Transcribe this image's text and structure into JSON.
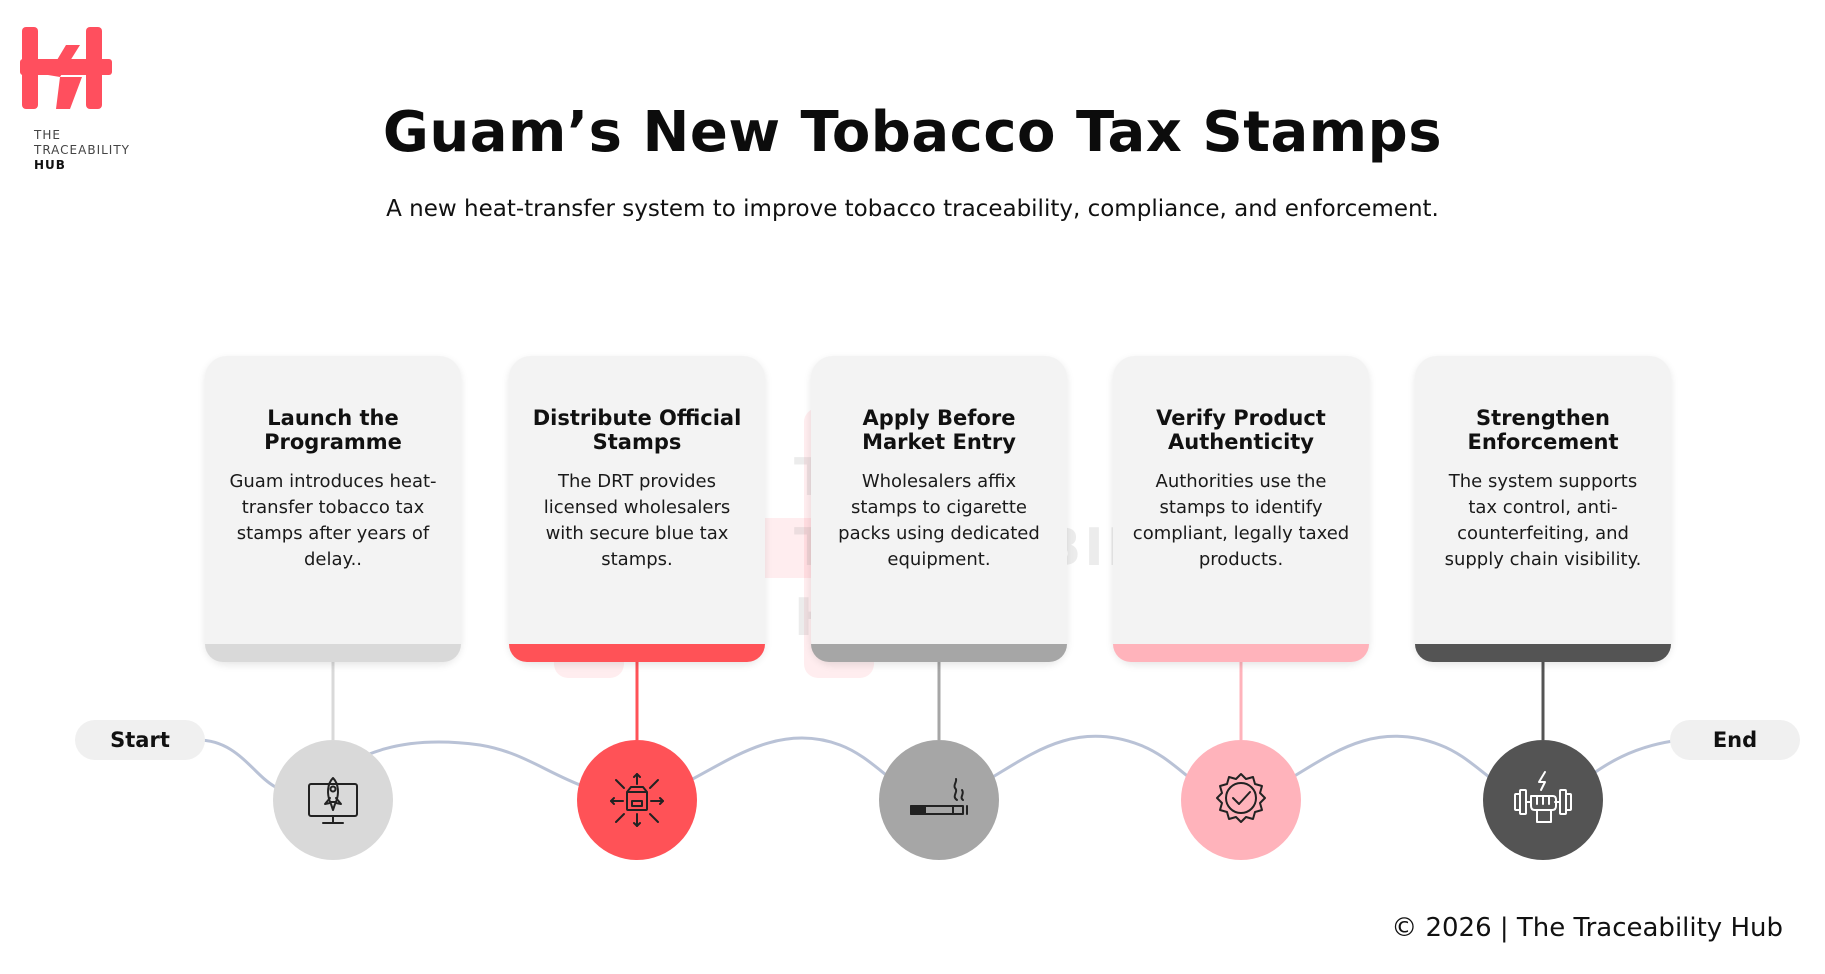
{
  "brand": {
    "logo_line1": "THE",
    "logo_line2": "TRACEABILITY",
    "logo_line3": "HUB",
    "accent_color": "#ff4f5e"
  },
  "header": {
    "title": "Guam’s New Tobacco Tax Stamps",
    "subtitle": "A new heat-transfer system to improve tobacco traceability, compliance, and enforcement."
  },
  "timeline": {
    "start_label": "Start",
    "end_label": "End",
    "line_color": "#b9c2d6",
    "steps": [
      {
        "title": "Launch the Programme",
        "description": "Guam introduces heat-transfer tobacco tax stamps after years of delay..",
        "color": "#d9d9d9",
        "icon": "rocket-monitor-icon"
      },
      {
        "title": "Distribute Official Stamps",
        "description": "The DRT provides licensed wholesalers with secure blue tax stamps.",
        "color": "#ff5257",
        "icon": "package-distribution-icon"
      },
      {
        "title": "Apply Before Market Entry",
        "description": "Wholesalers affix stamps to cigarette packs using dedicated equipment.",
        "color": "#a6a6a6",
        "icon": "cigarette-icon"
      },
      {
        "title": "Verify Product Authenticity",
        "description": "Authorities use the stamps to identify compliant, legally taxed products.",
        "color": "#ffb3bb",
        "icon": "verified-badge-icon"
      },
      {
        "title": "Strengthen Enforcement",
        "description": "The system supports tax control, anti-counterfeiting, and supply chain visibility.",
        "color": "#545454",
        "icon": "strength-dumbbell-icon"
      }
    ]
  },
  "footer": {
    "copyright": "© 2026 | The Traceability Hub"
  }
}
